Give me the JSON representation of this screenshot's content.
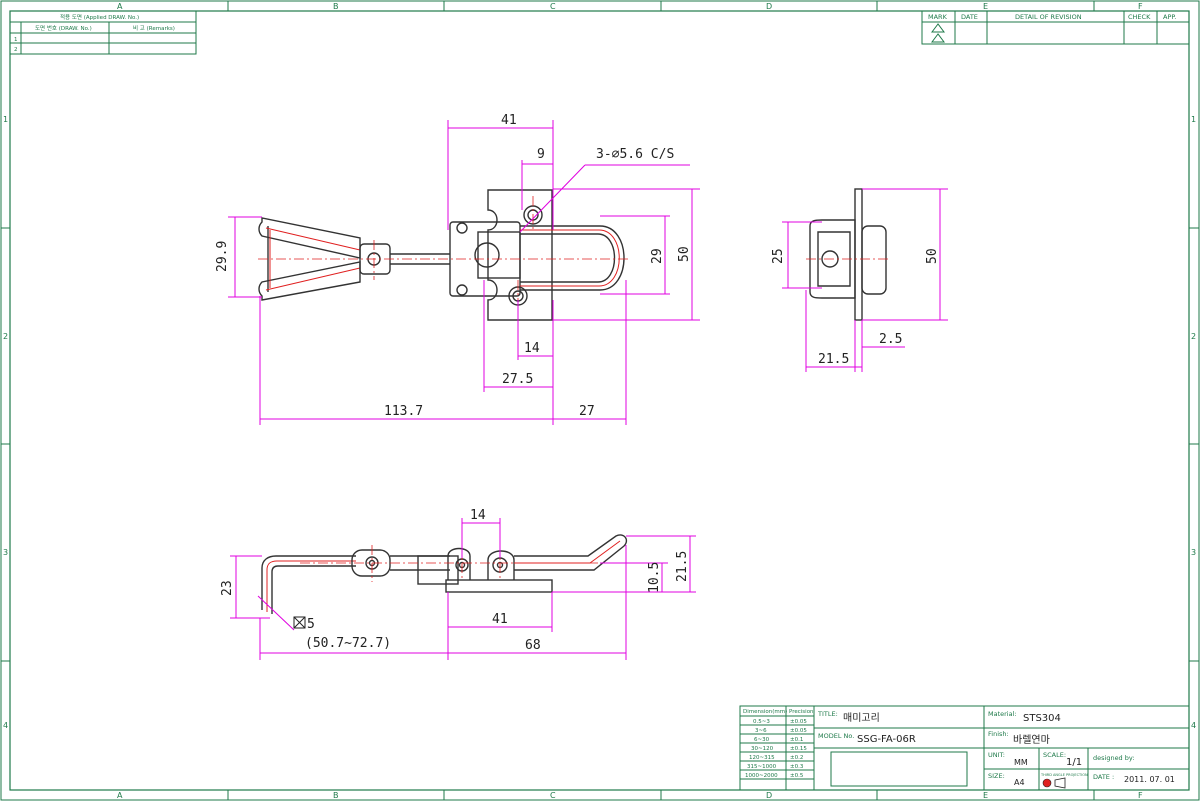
{
  "zones": {
    "columns": [
      "A",
      "B",
      "C",
      "D",
      "E",
      "F"
    ],
    "rows": [
      "1",
      "2",
      "3",
      "4"
    ]
  },
  "applied_table": {
    "header": "적용 도면 (Applied DRAW. No.)",
    "col1": "도면 번호 (DRAW. No.)",
    "col2": "비 고 (Remarks)",
    "rows": [
      "1",
      "2"
    ]
  },
  "revision_table": {
    "headers": [
      "MARK",
      "DATE",
      "DETAIL OF REVISION",
      "CHECK",
      "APP."
    ]
  },
  "dimensions": {
    "top_view": {
      "w41": "41",
      "w9": "9",
      "hole_note": "3-⌀5.6 C/S",
      "h29_9": "29.9",
      "h29": "29",
      "h50": "50",
      "w14": "14",
      "w27_5": "27.5",
      "w113_7": "113.7",
      "w27": "27"
    },
    "side_view": {
      "h25": "25",
      "h50": "50",
      "w2_5": "2.5",
      "w21_5": "21.5"
    },
    "front_view": {
      "w14": "14",
      "h23": "23",
      "sq5": "5",
      "range": "(50.7~72.7)",
      "w41": "41",
      "w68": "68",
      "h10_5": "10.5",
      "h21_5": "21.5"
    }
  },
  "title_block": {
    "tolerance_headers": [
      "Dimension(mm)",
      "Precision"
    ],
    "tolerances": [
      [
        "0.5~3",
        "±0.05"
      ],
      [
        "3~6",
        "±0.05"
      ],
      [
        "6~30",
        "±0.1"
      ],
      [
        "30~120",
        "±0.15"
      ],
      [
        "120~315",
        "±0.2"
      ],
      [
        "315~1000",
        "±0.3"
      ],
      [
        "1000~2000",
        "±0.5"
      ]
    ],
    "title_label": "TITLE:",
    "title_value": "매미고리",
    "model_label": "MODEL No.",
    "model_value": "SSG-FA-06R",
    "material_label": "Material:",
    "material_value": "STS304",
    "finish_label": "Finish:",
    "finish_value": "바렐연마",
    "unit_label": "UNIT:",
    "unit_value": "MM",
    "scale_label": "SCALE:",
    "scale_value": "1/1",
    "designed_label": "designed by:",
    "size_label": "SIZE:",
    "size_value": "A4",
    "projection_label": "THIRD ANGLE PROJECTION",
    "date_label": "DATE :",
    "date_value": "2011. 07. 01"
  }
}
